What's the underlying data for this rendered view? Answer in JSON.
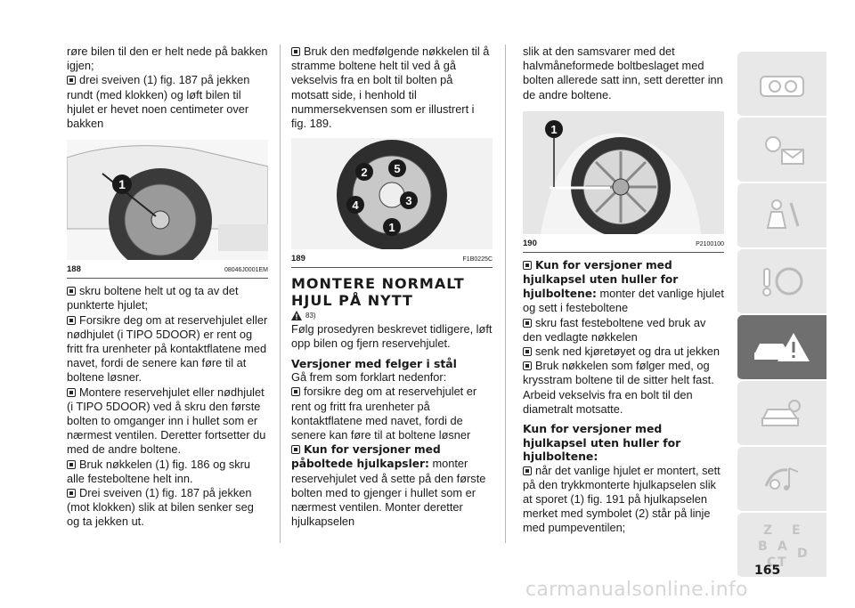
{
  "col1": {
    "p1": "røre bilen til den er helt nede på bakken igjen;",
    "p2": "drei sveiven (1) fig. 187 på jekken rundt (med klokken) og løft bilen til hjulet er hevet noen centimeter over bakken",
    "fig": {
      "num": "188",
      "code": "08046J0001EM",
      "callout": "1"
    },
    "p3": "skru boltene helt ut og ta av det punkterte hjulet;",
    "p4": "Forsikre deg om at reservehjulet eller nødhjulet (i TIPO 5DOOR) er rent og fritt fra urenheter på kontaktflatene med navet, fordi de senere kan føre til at boltene løsner.",
    "p5": "Montere reservehjulet eller nødhjulet (i TIPO 5DOOR) ved å skru den første bolten to omganger inn i hullet som er nærmest ventilen. Deretter fortsetter du med de andre boltene.",
    "p6": "Bruk nøkkelen (1) fig. 186 og skru alle festeboltene helt inn.",
    "p7": "Drei sveiven (1) fig. 187 på jekken (mot klokken) slik at bilen senker seg og ta jekken ut."
  },
  "col2": {
    "p1": "Bruk den medfølgende nøkkelen til å stramme boltene helt til ved å gå vekselvis fra en bolt til bolten på motsatt side, i henhold til nummersekvensen som er illustrert i fig. 189.",
    "fig": {
      "num": "189",
      "code": "F1B0225C",
      "callouts": [
        "2",
        "5",
        "4",
        "3",
        "1"
      ]
    },
    "heading": "MONTERE NORMALT HJUL PÅ NYTT",
    "warn_ref": "83)",
    "p2": "Følg prosedyren beskrevet tidligere, løft opp bilen og fjern reservehjulet.",
    "sub1": "Versjoner med felger i stål",
    "p3": "Gå frem som forklart nedenfor:",
    "p4": "forsikre deg om at reservehjulet er rent og fritt fra urenheter på kontaktflatene med navet, fordi de senere kan føre til at boltene løsner",
    "p5_bold": "Kun for versjoner med påboltede hjulkapsler:",
    "p5": " monter reservehjulet ved å sette på den første bolten med to gjenger i hullet som er nærmest ventilen. Monter deretter hjulkapselen"
  },
  "col3": {
    "p1": "slik at den samsvarer med det halvmåneformede boltbeslaget med bolten allerede satt inn, sett deretter inn de andre boltene.",
    "fig": {
      "num": "190",
      "code": "P2100100",
      "callout": "1"
    },
    "p2_bold": "Kun for versjoner med hjulkapsel uten huller for hjulboltene:",
    "p2": " monter det vanlige hjulet og sett i festeboltene",
    "p3": "skru fast festeboltene ved bruk av den vedlagte nøkkelen",
    "p4": "senk ned kjøretøyet og dra ut jekken",
    "p5": "Bruk nøkkelen som følger med, og krysstram boltene til de sitter helt fast. Arbeid vekselvis fra en bolt til den diametralt motsatte.",
    "sub": "Kun for versjoner med hjulkapsel uten huller for hjulboltene:",
    "p6": "når det vanlige hjulet er montert, sett på den trykkmonterte hjulkapselen slik at sporet (1) fig. 191 på hjulkapselen merket med symbolet (2) står på linje med pumpeventilen;"
  },
  "tabs": [
    {
      "icon": "car-dashboard-icon"
    },
    {
      "icon": "lights-message-icon"
    },
    {
      "icon": "airbag-seat-icon"
    },
    {
      "icon": "key-steering-icon"
    },
    {
      "icon": "car-warning-icon",
      "active": true
    },
    {
      "icon": "car-service-icon"
    },
    {
      "icon": "multimedia-icon"
    },
    {
      "icon": "index-letters-icon",
      "letters": [
        "Z",
        "E",
        "B",
        "A",
        "C",
        "T",
        "D"
      ]
    }
  ],
  "page_number": "165",
  "watermark": "carmanualsonline.info"
}
